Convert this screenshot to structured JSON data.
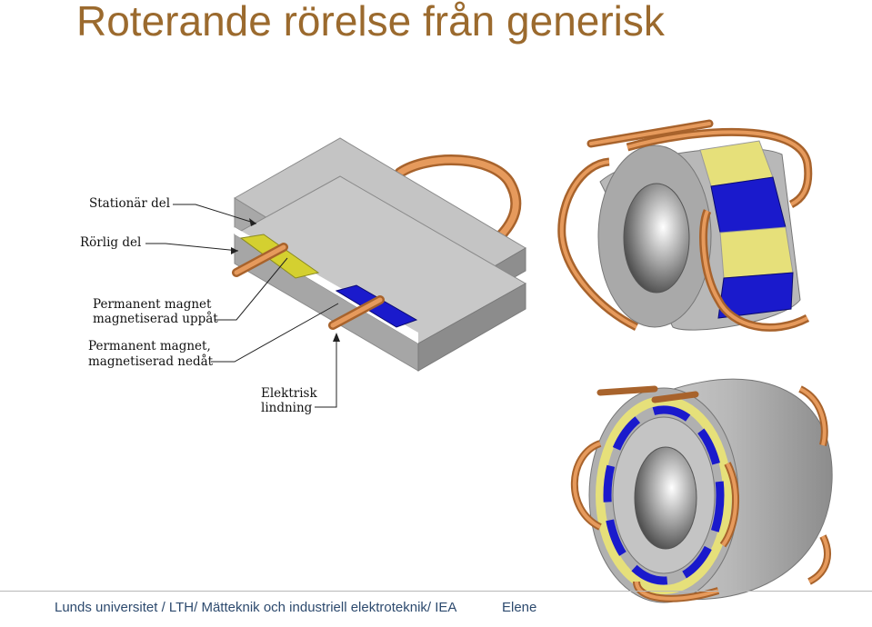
{
  "title": "Roterande rörelse från generisk",
  "labels": {
    "stationar": "Stationär del",
    "rorlig": "Rörlig del",
    "pm_upp_1": "Permanent magnet",
    "pm_upp_2": "magnetiserad uppåt",
    "pm_ned_1": "Permanent magnet,",
    "pm_ned_2": "magnetiserad nedåt",
    "lindning_1": "Elektrisk",
    "lindning_2": "lindning"
  },
  "footer": {
    "institution": "Lunds universitet / LTH/ Mätteknik och industriell elektroteknik/ IEA",
    "author_fragment": "Elene"
  },
  "colors": {
    "title": "#9b6a2e",
    "footer_text": "#2d4a6e",
    "copper": "#d98a4a",
    "magnet_blue": "#1a1acc",
    "magnet_yellow": "#e6e07a",
    "steel": "#b4b4b4"
  }
}
